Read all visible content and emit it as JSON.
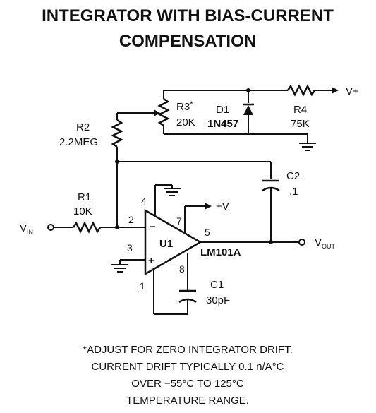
{
  "title": {
    "line1": "INTEGRATOR WITH BIAS-CURRENT",
    "line2": "COMPENSATION"
  },
  "components": {
    "r1": {
      "ref": "R1",
      "value": "10K"
    },
    "r2": {
      "ref": "R2",
      "value": "2.2MEG"
    },
    "r3": {
      "ref": "R3",
      "mark": "*",
      "value": "20K"
    },
    "r4": {
      "ref": "R4",
      "value": "75K"
    },
    "d1": {
      "ref": "D1",
      "part": "1N457"
    },
    "c1": {
      "ref": "C1",
      "value": "30pF"
    },
    "c2": {
      "ref": "C2",
      "value": ".1"
    },
    "u1": {
      "ref": "U1",
      "part": "LM101A",
      "minus": "−",
      "plus": "+"
    }
  },
  "nets": {
    "vin": {
      "main": "V",
      "sub": "IN"
    },
    "vout": {
      "main": "V",
      "sub": "OUT"
    },
    "vplus_top": "V+",
    "vplus_pin7": "+V"
  },
  "pins": {
    "p1": "1",
    "p2": "2",
    "p3": "3",
    "p4": "4",
    "p5": "5",
    "p7": "7",
    "p8": "8"
  },
  "note": {
    "line1": "*ADJUST FOR ZERO INTEGRATOR DRIFT.",
    "line2": "CURRENT DRIFT TYPICALLY 0.1 n/A°C",
    "line3": "OVER −55°C TO 125°C",
    "line4": "TEMPERATURE RANGE."
  }
}
